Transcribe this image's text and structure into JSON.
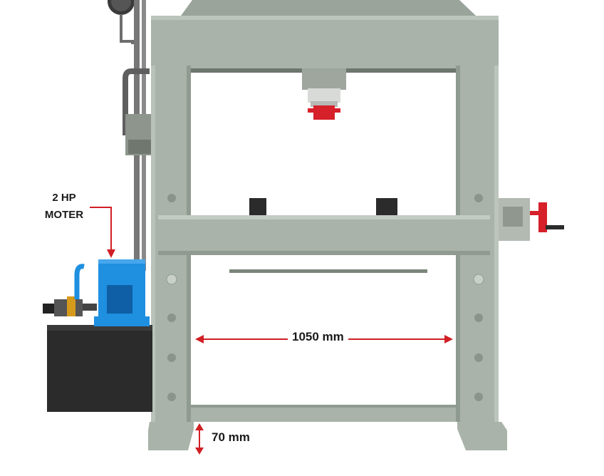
{
  "annotations": {
    "motor_line1": "2 HP",
    "motor_line2": "MOTER",
    "frame_width": "1050 mm",
    "bed_gap": "70 mm"
  },
  "colors": {
    "frame": "#a9b3a9",
    "frame_shade": "#8f9a90",
    "frame_light": "#bcc5bb",
    "motor_blue": "#1f8fe0",
    "tank_black": "#2b2b2b",
    "accent_red": "#d6202a",
    "dimension_red": "#d11f25"
  }
}
